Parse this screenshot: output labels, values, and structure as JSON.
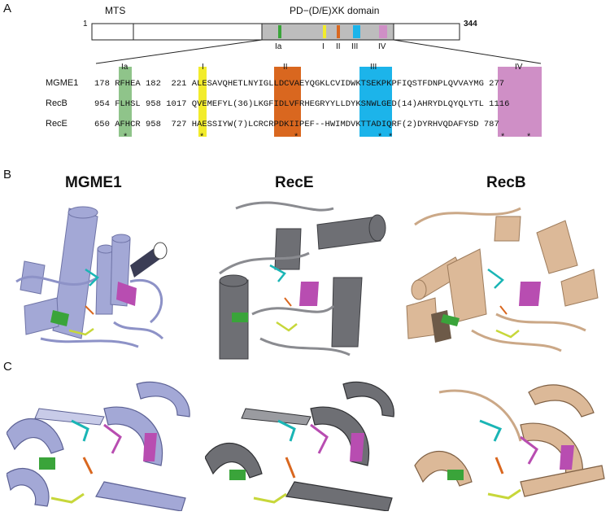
{
  "panels": {
    "a": "A",
    "b": "B",
    "c": "C"
  },
  "domain_bar": {
    "mts_label": "MTS",
    "domain_label": "PD−(D/E)XK domain",
    "start": "1",
    "end": "344",
    "motif_labels": [
      "Ia",
      "I",
      "II",
      "III",
      "IV"
    ],
    "colors": {
      "Ia": "#3aa43a",
      "I": "#f2ec2b",
      "II": "#d9671f",
      "III": "#1cb4ea",
      "IV": "#cf8fc6"
    }
  },
  "alignment": {
    "headers": [
      "Ia",
      "I",
      "II",
      "III",
      "IV"
    ],
    "rows": [
      {
        "name": "MGME1",
        "text": "178 RFHEA 182  221 ALESAVQHETLNYIGLLDCVAEYQGKLCVIDWKTSEKPKPFIQSTFDNPLQVVAYMG 277"
      },
      {
        "name": "RecB",
        "text": "954 FLHSL 958 1017 QVEMEFYL(36)LKGFIDLVFRHEGRYYLLDYKSNWLGED(14)AHRYDLQYQLYTL 1116"
      },
      {
        "name": "RecE",
        "text": "650 AFHCR 958  727 HAESSIYW(7)LCRCRPDKIIPEF--HWIMDVKTTADIQRF(2)DYRHVQDAFYSD 787"
      }
    ],
    "asterisk": "*"
  },
  "structures": {
    "titles": [
      "MGME1",
      "RecE",
      "RecB"
    ],
    "colors": {
      "MGME1": "#a3a8d6",
      "RecE": "#6b6c70",
      "RecB": "#dcb998"
    }
  }
}
